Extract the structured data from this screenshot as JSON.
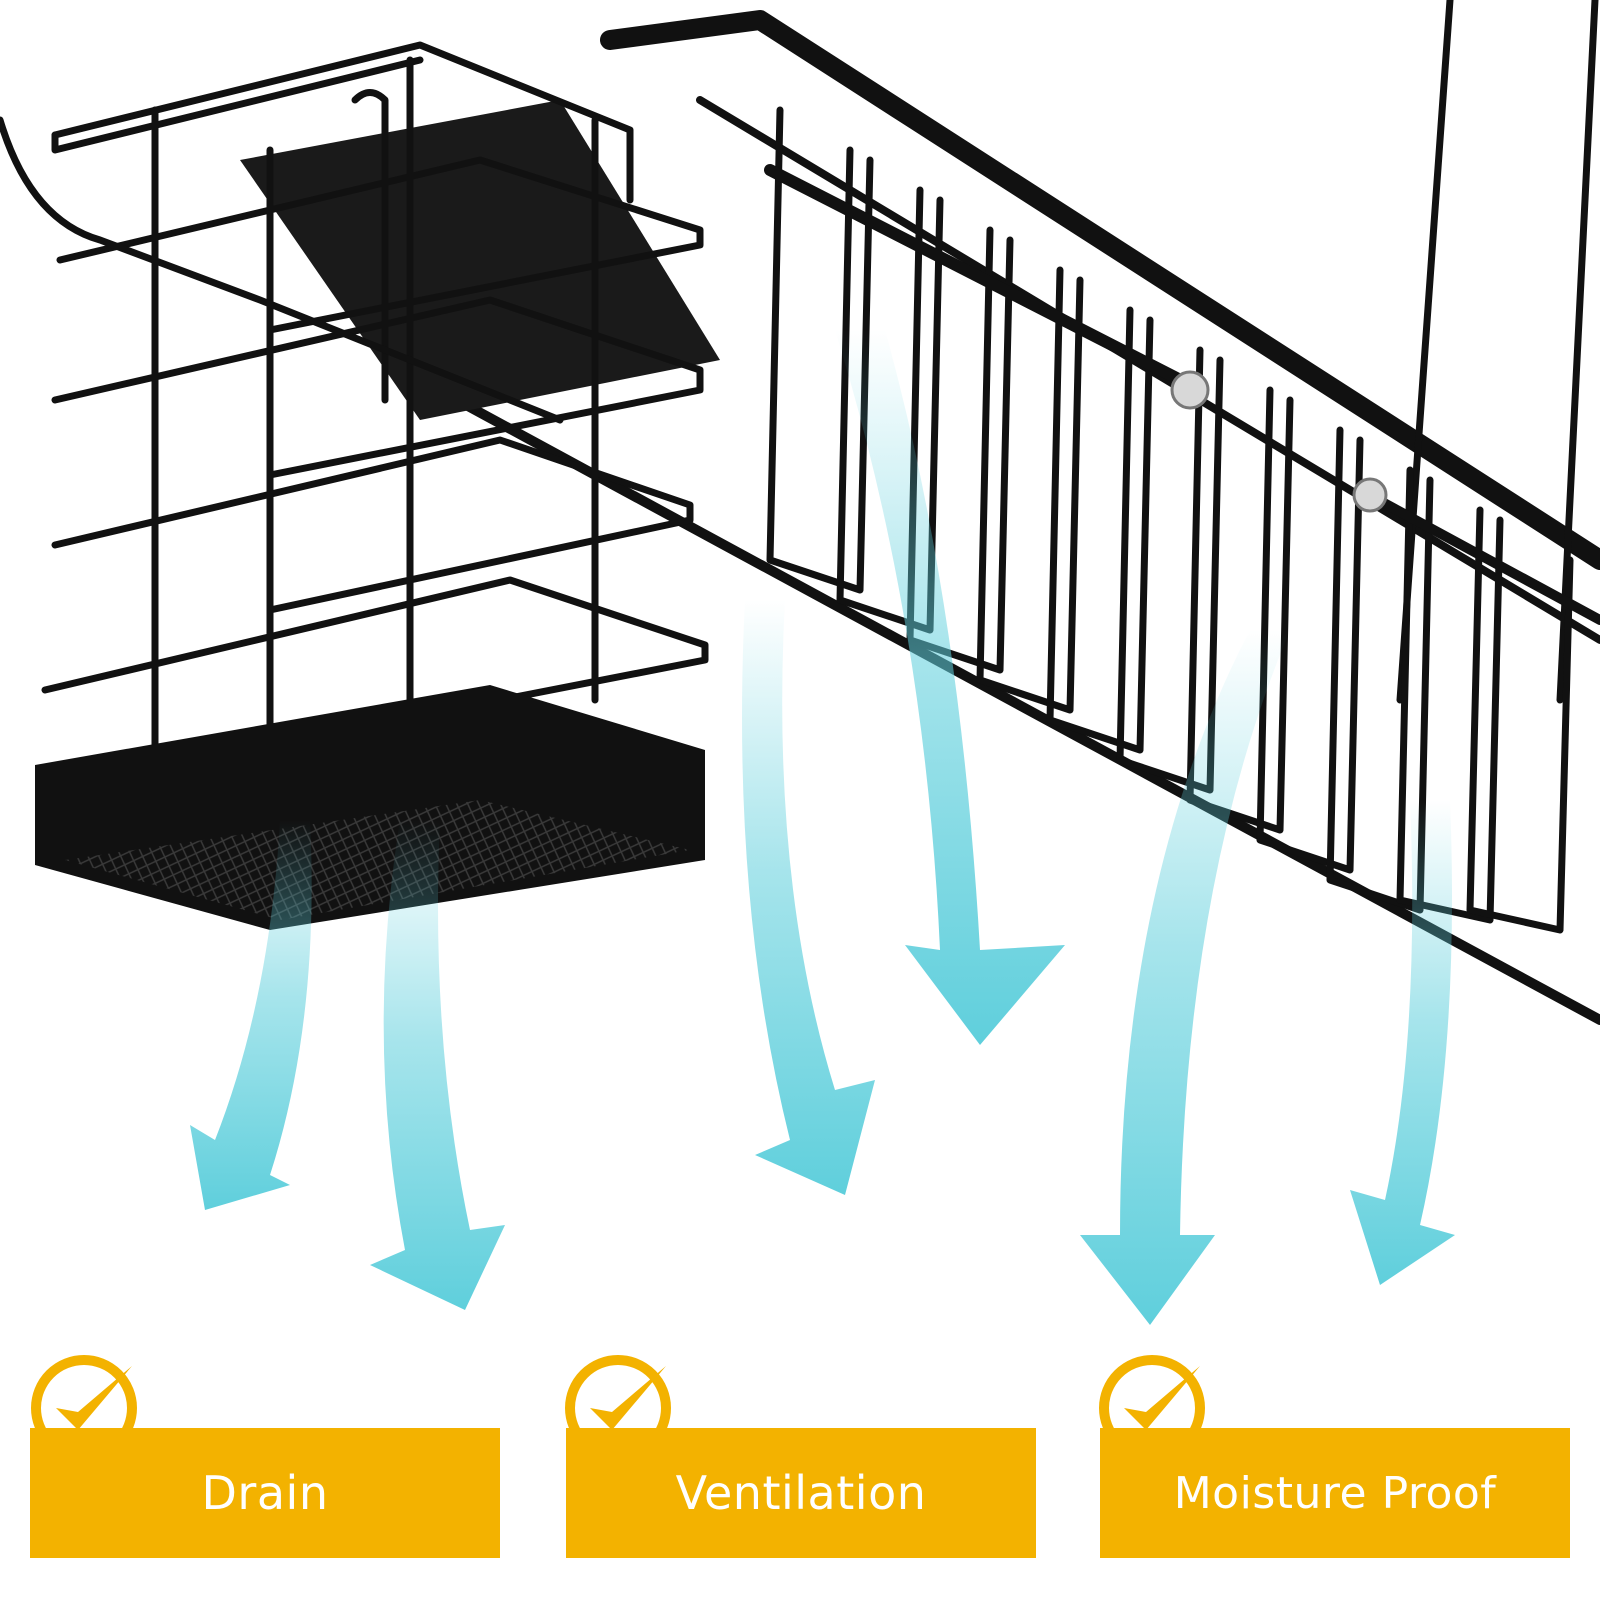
{
  "colors": {
    "accent": "#f3b200",
    "arrow": "#5fcfdc",
    "wire": "#111111"
  },
  "features": [
    {
      "label": "Drain",
      "icon": "checkmark-icon"
    },
    {
      "label": "Ventilation",
      "icon": "checkmark-icon"
    },
    {
      "label": "Moisture Proof",
      "icon": "checkmark-icon"
    }
  ]
}
